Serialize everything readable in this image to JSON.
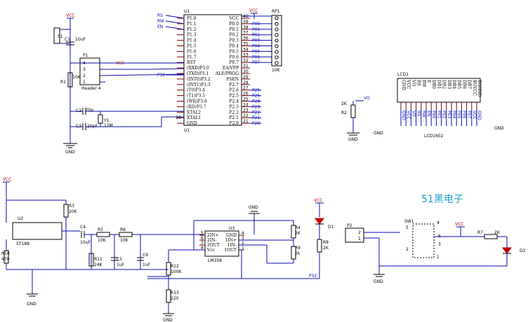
{
  "mcu": {
    "ref": "U1",
    "left_pins": [
      "P1.0",
      "P1.1",
      "P1.2",
      "P1.3",
      "P1.4",
      "P1.5",
      "P1.6",
      "P1.7",
      "RST",
      "(RXD)P3.0",
      "(TXD)P3.1",
      "(INT0)P3.2",
      "(INT1)P3.3",
      "(T0)P3.4",
      "(T1)P3.5",
      "(WR)P3.6",
      "(RD)P3.7",
      "XTAL2",
      "XTAL1",
      "GND"
    ],
    "right_pins": [
      "VCC",
      "P0.0",
      "P0.1",
      "P0.2",
      "P0.3",
      "P0.4",
      "P0.5",
      "P0.6",
      "P0.7",
      "EA/VPP",
      "ALE/PROG",
      "PSEN",
      "P2.7",
      "P2.6",
      "P2.5",
      "P2.4",
      "P2.3",
      "P2.2",
      "P2.1",
      "P2.0"
    ],
    "right_pin_numbers": [
      "40",
      "39",
      "38",
      "37",
      "36",
      "35",
      "34",
      "33",
      "32",
      "31",
      "30",
      "29",
      "28",
      "27",
      "26",
      "25",
      "24",
      "23",
      "22",
      "21"
    ],
    "right_nets": [
      "",
      "P00",
      "P01",
      "P02",
      "P03",
      "P04",
      "P05",
      "P06",
      "P07",
      "",
      "",
      "",
      "",
      "P26",
      "P25",
      "P24",
      "P23",
      "P22",
      "P21",
      "P20"
    ],
    "left_nets": [
      "RS",
      "RW",
      "EN"
    ],
    "p32_net": "P32",
    "pin20": "20"
  },
  "rp1": {
    "ref": "RP1",
    "value": "10K",
    "vcc": "VCC"
  },
  "header": {
    "ref": "P1",
    "label": "Header 4",
    "pins": [
      "4",
      "3",
      "2",
      "1"
    ],
    "vcc": "VCC"
  },
  "reset": {
    "switch": "S1",
    "cap": "C1",
    "cap_value": "10uF",
    "res": "R1",
    "res_value": "10K",
    "vcc": "VCC"
  },
  "crystal": {
    "c2": "C2",
    "c2_value": "20p",
    "c3": "C3",
    "c3_value": "20pF",
    "y1": "Y1",
    "y1_value": "12M",
    "gnd": "GND"
  },
  "lcd": {
    "ref": "LCD1",
    "part": "LCD1602",
    "pins": [
      "GND",
      "VCC",
      "VO",
      "RS",
      "RW",
      "E",
      "DB0",
      "DB1",
      "DB2",
      "DB3",
      "DB4",
      "DB5",
      "DB6",
      "DB7",
      "BGVCC",
      "BGGND"
    ],
    "nets": [
      "GND",
      "VCC",
      "VO",
      "RS",
      "RW",
      "EN",
      "P00",
      "P01",
      "P02",
      "P03",
      "P04",
      "P05",
      "P06",
      "P07",
      "VCC",
      "GND"
    ],
    "pot_ref": "R2",
    "pot_value": "2K",
    "vo": "VO",
    "gnd": "GND",
    "vcc": "VCC"
  },
  "sensor": {
    "u2": "U2",
    "u2_part": "ST188",
    "r10": "R10",
    "r10_value": "470",
    "r3": "R3",
    "r3_value": "20K",
    "c4": "C4",
    "c4_value": "10uF",
    "r5": "R5",
    "r5_value": "10K",
    "r6": "R6",
    "r6_value": "10K",
    "r11": "R11",
    "r11_value": "24K",
    "c5": "C5",
    "c5_value": "1uF",
    "c6": "C6",
    "c6_value": "1uF",
    "vcc": "VCC",
    "gnd": "GND"
  },
  "opamp": {
    "ref": "U3",
    "part": "LM358",
    "left_pins": [
      "2IN+",
      "2IN-",
      "2OUT",
      "Vcc"
    ],
    "left_nums": [
      "5",
      "6",
      "7",
      "8"
    ],
    "right_pins": [
      "GND",
      "1IN+",
      "1IN-",
      "1OUT"
    ],
    "right_nums": [
      "4",
      "3",
      "2",
      "1"
    ],
    "r12": "R12",
    "r12_value": "100K",
    "r13": "R13",
    "r13_value": "220",
    "r4": "R4",
    "r4_value": "2K",
    "r9": "R9",
    "r9_value": "2k",
    "r8": "R8",
    "r8_value": "2K",
    "d1": "D1",
    "p32": "P32",
    "vcc": "VCC",
    "gnd": "GND"
  },
  "power": {
    "brand": "51黑电子",
    "p2": "P2",
    "p2_pins": [
      "2",
      "1"
    ],
    "sw": "SW1",
    "sw_pins": [
      "5",
      "4",
      "6",
      "3",
      "2",
      "1"
    ],
    "r7": "R7",
    "r7_value": "2K",
    "d2": "D2",
    "vcc": "VCC",
    "gnd": "GND"
  }
}
